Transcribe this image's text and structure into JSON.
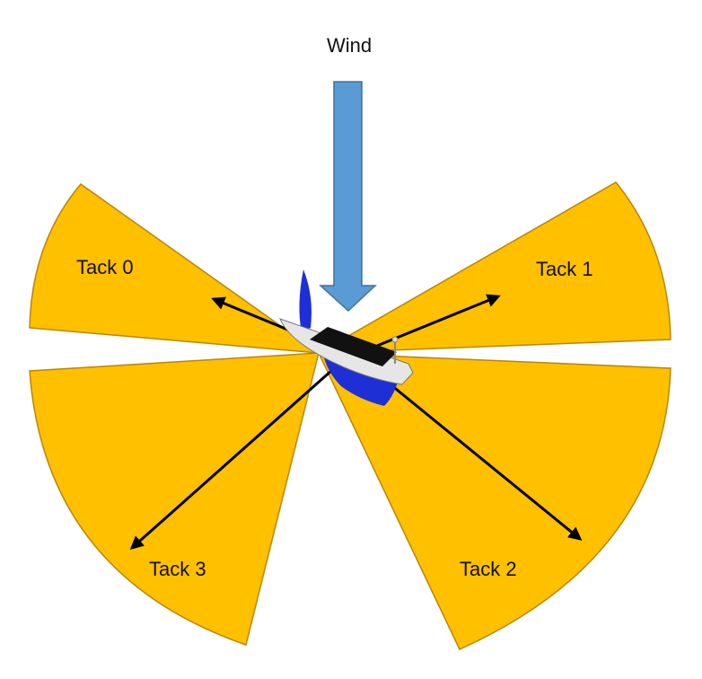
{
  "wind": {
    "label": "Wind",
    "arrow_color": "#5B9BD5",
    "arrow_outline": "#41719C"
  },
  "sector_color": "#FFC000",
  "tacks": [
    {
      "label": "Tack 0"
    },
    {
      "label": "Tack 1"
    },
    {
      "label": "Tack 2"
    },
    {
      "label": "Tack 3"
    }
  ],
  "boat": {
    "icon": "sailboat-icon",
    "hull_color": "#1F2FD6",
    "deck_color": "#E6E6E6",
    "panel_color": "#111111"
  }
}
